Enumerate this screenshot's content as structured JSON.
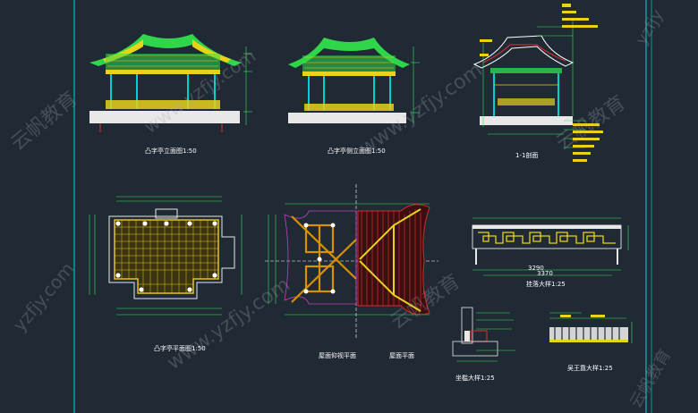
{
  "drawing_labels": {
    "front_elevation": "凸字亭立面图1:50",
    "side_elevation": "凸字亭侧立面图1:50",
    "section": "1-1剖面",
    "plan": "凸字亭平面图1:50",
    "roof_reflected_plan": "屋面仰视平面",
    "roof_plan": "屋面平面",
    "hanging_detail": "挂落大样1:25",
    "plinth_detail": "坐槛大样1:25",
    "bench_detail": "吴王靠大样1:25"
  },
  "dimensions": {
    "hang_width_inner": "3290",
    "hang_width_outer": "3370"
  },
  "watermarks": {
    "brand_cn": "云帆教育",
    "site": "www.yzfjy.com",
    "site_short": "yzfjy.com",
    "site_right": "yzfjy"
  },
  "colors": {
    "background": "#202a35",
    "frame": "#00e5e5",
    "roof_green": "#2fd64a",
    "roof_yellow": "#e8d21a",
    "plan_yellow": "#e6c21c",
    "roof_red": "#d42a2a",
    "dim_green": "#3ae05a",
    "base_white": "#e8e8e8",
    "pillar_cyan": "#00d0d0"
  }
}
